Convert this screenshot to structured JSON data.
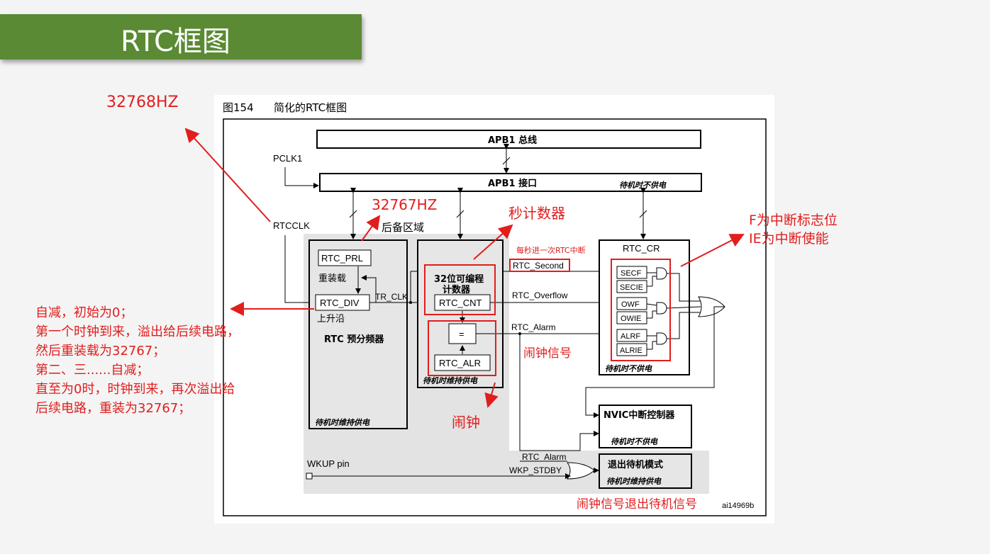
{
  "slide": {
    "title": "RTC框图"
  },
  "figure": {
    "caption_num": "图154",
    "caption_text": "简化的RTC框图",
    "id_label": "ai14969b",
    "apb1_bus": "APB1 总线",
    "apb1_interface": "APB1 接口",
    "no_power_top": "待机时不供电",
    "pclk1": "PCLK1",
    "rtcclk": "RTCCLK",
    "backup_domain": "后备区域",
    "rtc_prl": "RTC_PRL",
    "reload": "重装载",
    "rtc_div": "RTC_DIV",
    "rising_edge": "上升沿",
    "tr_clk": "TR_CLK",
    "prescaler": "RTC 预分频器",
    "standby_power_1": "待机时维持供电",
    "counter_label": "32位可编程",
    "counter_label2": "计数器",
    "rtc_cnt": "RTC_CNT",
    "equal": "=",
    "rtc_alr": "RTC_ALR",
    "standby_power_2": "待机时维持供电",
    "rtc_second": "RTC_Second",
    "rtc_overflow": "RTC_Overflow",
    "rtc_alarm": "RTC_Alarm",
    "rtc_cr": "RTC_CR",
    "secf": "SECF",
    "secie": "SECIE",
    "owf": "OWF",
    "owie": "OWIE",
    "alrf": "ALRF",
    "alrie": "ALRIE",
    "no_power_cr": "待机时不供电",
    "nvic": "NVIC中断控制器",
    "no_power_nvic": "待机时不供电",
    "rtc_alarm2": "RTC_Alarm",
    "wkp_stdby": "WKP_STDBY",
    "wkup_pin": "WKUP pin",
    "exit_standby": "退出待机模式",
    "standby_power_3": "待机时维持供电"
  },
  "annotations": {
    "hz_32768": "32768HZ",
    "hz_32767": "32767HZ",
    "second_counter": "秒计数器",
    "flag_line1": "F为中断标志位",
    "flag_line2": "IE为中断使能",
    "every_second": "每秒进一次RTC中断",
    "alarm_signal": "闹钟信号",
    "alarm": "闹钟",
    "alarm_exit": "闹钟信号退出待机信号",
    "div_notes": [
      "自减，初始为0；",
      "第一个时钟到来，溢出给后续电路，",
      "然后重装载为32767；",
      "第二、三......自减；",
      "直至为0时，时钟到来，再次溢出给",
      "后续电路，重装为32767；"
    ]
  }
}
